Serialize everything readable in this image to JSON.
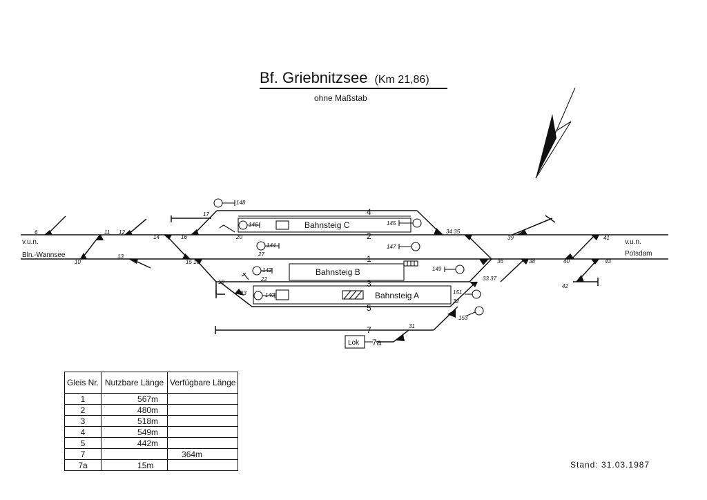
{
  "title": {
    "station": "Bf. Griebnitzsee",
    "km": "(Km 21,86)",
    "subtitle": "ohne Maßstab"
  },
  "directions": {
    "left_top": "v.u.n.",
    "left_bottom": "Bln.-Wannsee",
    "right_top": "v.u.n.",
    "right_bottom": "Potsdam"
  },
  "tracks": {
    "t1": "1",
    "t2": "2",
    "t3": "3",
    "t4": "4",
    "t5": "5",
    "t7": "7",
    "t7a": "7a"
  },
  "platforms": {
    "a": "Bahnsteig A",
    "b": "Bahnsteig B",
    "c": "Bahnsteig C"
  },
  "lok": "Lok",
  "switch_numbers": {
    "s6": "6",
    "s10": "10",
    "s11": "11",
    "s12": "12",
    "s13": "13",
    "s14": "14",
    "s15": "15 18",
    "s16": "16",
    "s17": "17",
    "s19": "19",
    "s20": "20",
    "s22": "22",
    "s23": "23",
    "s27": "27",
    "s31": "31",
    "s32": "32",
    "s33": "33 37",
    "s34": "34 35",
    "s36": "36",
    "s38": "38",
    "s39": "39",
    "s40": "40",
    "s41": "41",
    "s42": "42",
    "s43": "43"
  },
  "signal_numbers": {
    "g140": "140",
    "g142": "142",
    "g144": "144",
    "g146": "146",
    "g147": "147",
    "g148": "148",
    "g149": "149",
    "g151": "151",
    "g153": "153",
    "g145": "145"
  },
  "table": {
    "headers": [
      "Gleis Nr.",
      "Nutzbare Länge",
      "Verfügbare Länge"
    ],
    "rows": [
      {
        "gleis": "1",
        "nutzbar": "567m",
        "verfuegbar": ""
      },
      {
        "gleis": "2",
        "nutzbar": "480m",
        "verfuegbar": ""
      },
      {
        "gleis": "3",
        "nutzbar": "518m",
        "verfuegbar": ""
      },
      {
        "gleis": "4",
        "nutzbar": "549m",
        "verfuegbar": ""
      },
      {
        "gleis": "5",
        "nutzbar": "442m",
        "verfuegbar": ""
      },
      {
        "gleis": "7",
        "nutzbar": "",
        "verfuegbar": "364m"
      },
      {
        "gleis": "7a",
        "nutzbar": "15m",
        "verfuegbar": ""
      }
    ]
  },
  "stand": "Stand: 31.03.1987"
}
